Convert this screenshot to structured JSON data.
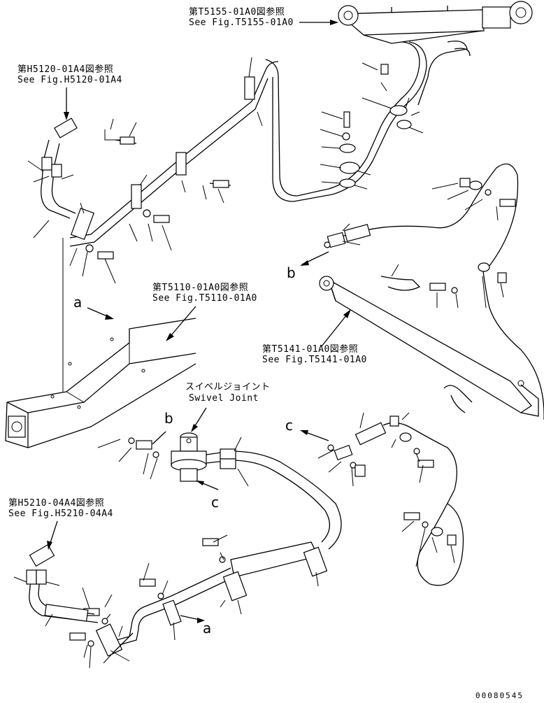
{
  "refs": {
    "t5155": {
      "jp": "第T5155-01A0図参照",
      "en": "See Fig.T5155-01A0"
    },
    "h5120": {
      "jp": "第H5120-01A4図参照",
      "en": "See Fig.H5120-01A4"
    },
    "t5110": {
      "jp": "第T5110-01A0図参照",
      "en": "See Fig.T5110-01A0"
    },
    "t5141": {
      "jp": "第T5141-01A0図参照",
      "en": "See Fig.T5141-01A0"
    },
    "swivel": {
      "jp": "スイベルジョイント",
      "en": "Swivel Joint"
    },
    "h5210": {
      "jp": "第H5210-04A4図参照",
      "en": "See Fig.H5210-04A4"
    }
  },
  "markers": {
    "a1": "a",
    "a2": "a",
    "b1": "b",
    "b2": "b",
    "c1": "c",
    "c2": "c"
  },
  "drawing_number": "00080545"
}
